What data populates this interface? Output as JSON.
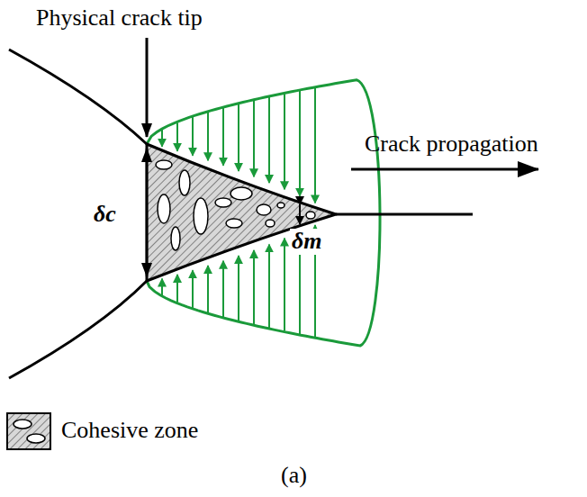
{
  "diagram": {
    "caption": "(a)",
    "labels": [
      "Physical crack tip",
      "Crack propagation",
      "δc",
      "δm"
    ],
    "legend": [
      {
        "text": "Cohesive zone"
      }
    ]
  }
}
